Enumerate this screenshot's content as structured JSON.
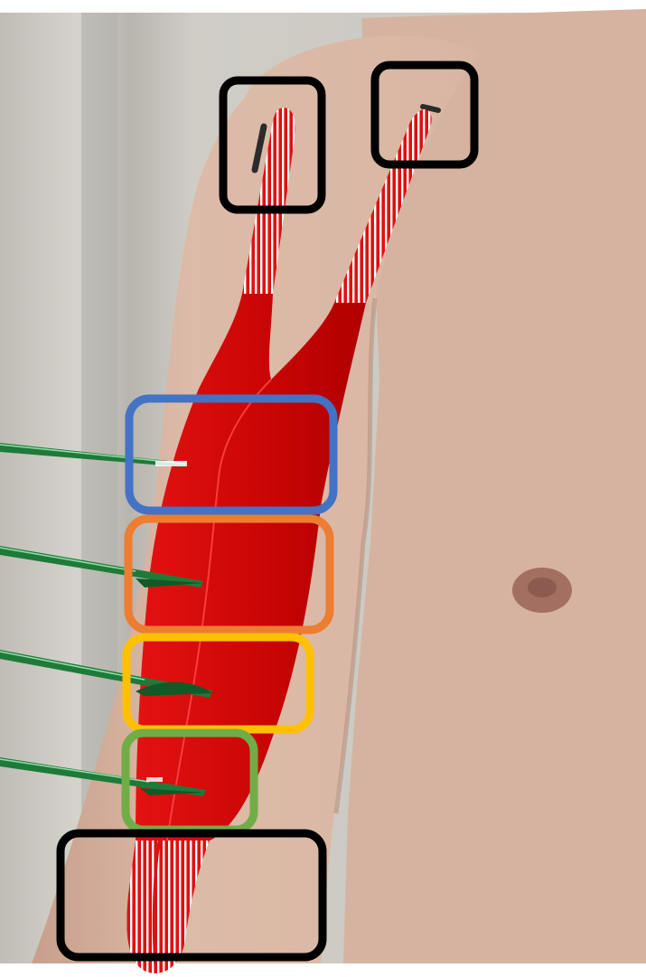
{
  "image": {
    "subject": "",
    "colors": {
      "background_wall": "#c9c8c2",
      "curtain": "#b9b7b0",
      "skin": "#d8b5a2",
      "skin_shadow": "#c29c88",
      "muscle": "#e01010",
      "muscle_dark": "#b80000",
      "tendon_stripe": "#ffffff",
      "needle": "#1f7a3a",
      "needle_highlight": "#7fd89a",
      "nipple": "#9c6a5c"
    }
  },
  "regions": [
    {
      "id": "origin-short-head",
      "color": "#000000"
    },
    {
      "id": "origin-long-head",
      "color": "#000000"
    },
    {
      "id": "proximal-belly",
      "color": "#4472c4"
    },
    {
      "id": "mid-proximal-belly",
      "color": "#ed7d31"
    },
    {
      "id": "mid-distal-belly",
      "color": "#ffc000"
    },
    {
      "id": "distal-belly",
      "color": "#70ad47"
    },
    {
      "id": "insertion",
      "color": "#000000"
    }
  ],
  "needles": [
    {
      "target": "proximal-belly"
    },
    {
      "target": "mid-proximal-belly"
    },
    {
      "target": "mid-distal-belly"
    },
    {
      "target": "distal-belly"
    }
  ]
}
